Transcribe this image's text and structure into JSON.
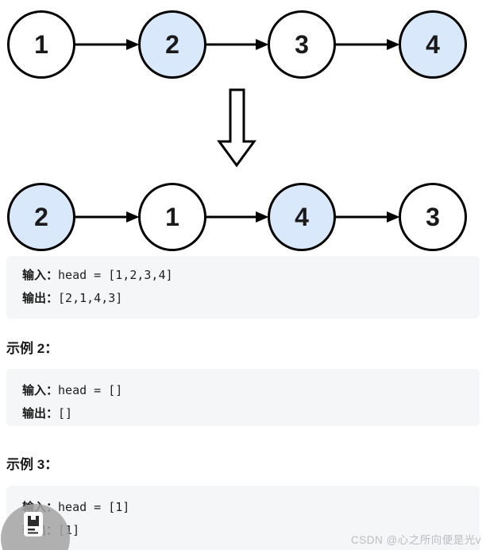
{
  "diagram": {
    "colors": {
      "node_highlight_fill": "#dae8fc",
      "node_default_fill": "#ffffff",
      "node_stroke": "#000000"
    },
    "before": [
      {
        "value": "1",
        "fill": "#ffffff"
      },
      {
        "value": "2",
        "fill": "#dae8fc"
      },
      {
        "value": "3",
        "fill": "#ffffff"
      },
      {
        "value": "4",
        "fill": "#dae8fc"
      }
    ],
    "after": [
      {
        "value": "2",
        "fill": "#dae8fc"
      },
      {
        "value": "1",
        "fill": "#ffffff"
      },
      {
        "value": "4",
        "fill": "#dae8fc"
      },
      {
        "value": "3",
        "fill": "#ffffff"
      }
    ]
  },
  "examples": [
    {
      "input_label": "输入：",
      "input_value": "head = [1,2,3,4]",
      "output_label": "输出：",
      "output_value": "[2,1,4,3]"
    },
    {
      "heading": "示例 2：",
      "input_label": "输入：",
      "input_value": "head = []",
      "output_label": "输出：",
      "output_value": "[]"
    },
    {
      "heading": "示例 3：",
      "input_label": "输入：",
      "input_value": "head = [1]",
      "output_label": "输出：",
      "output_value": "[1]"
    }
  ],
  "watermark": {
    "text": "CSDN @心之所向便是光v"
  }
}
